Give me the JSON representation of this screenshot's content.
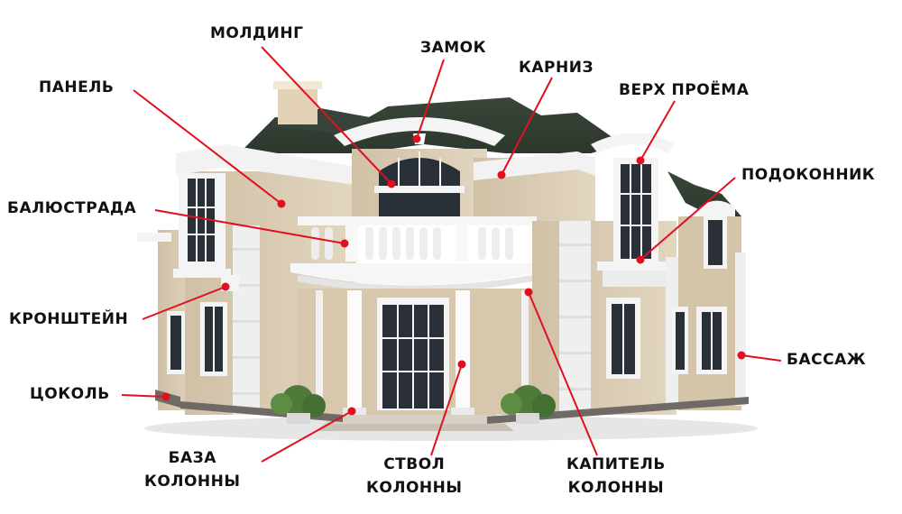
{
  "colors": {
    "leader_line": "#e0101e",
    "roof": "#3d4a3c",
    "wall": "#d9cbb2",
    "trim": "#f3f3f3",
    "window": "#2a3038",
    "plinth": "#6f6a66"
  },
  "labels": {
    "molding": "МОЛДИНГ",
    "keystone": "ЗАМОК",
    "cornice": "КАРНИЗ",
    "panel": "ПАНЕЛЬ",
    "opening_top": "ВЕРХ ПРОЁМА",
    "windowsill": "ПОДОКОННИК",
    "balustrade": "БАЛЮСТРАДА",
    "bracket": "КРОНШТЕЙН",
    "quoin": "БАССАЖ",
    "plinth": "ЦОКОЛЬ",
    "column_base": [
      "БАЗА",
      "КОЛОННЫ"
    ],
    "column_shaft": [
      "СТВОЛ",
      "КОЛОННЫ"
    ],
    "column_capital": [
      "КАПИТЕЛЬ",
      "КОЛОННЫ"
    ]
  }
}
